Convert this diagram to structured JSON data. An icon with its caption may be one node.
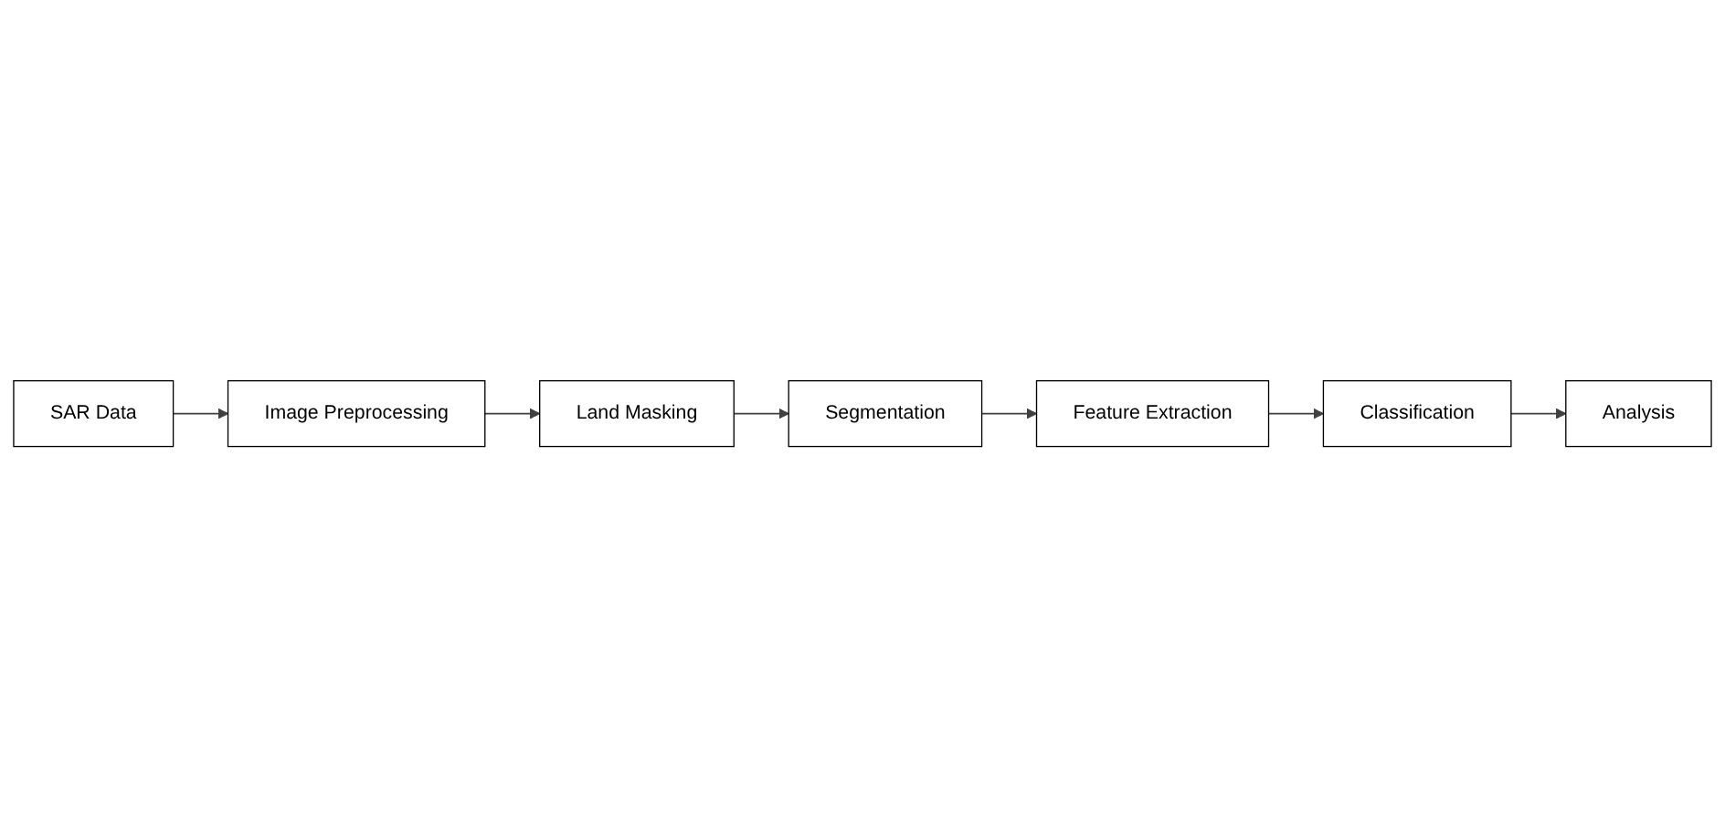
{
  "diagram": {
    "nodes": [
      {
        "text": [
          "SAR Data"
        ]
      },
      {
        "text": [
          "Image Preprocessing"
        ]
      },
      {
        "text": [
          "Land Masking"
        ]
      },
      {
        "text": [
          "Segmentation"
        ]
      },
      {
        "text": [
          "Feature Extraction"
        ]
      },
      {
        "text": [
          "Classification"
        ]
      },
      {
        "text": [
          "Analysis"
        ]
      }
    ],
    "edges": [
      {
        "from": 0,
        "to": 1,
        "arrow": "to"
      },
      {
        "from": 1,
        "to": 2,
        "arrow": "to"
      },
      {
        "from": 2,
        "to": 3,
        "arrow": "to"
      },
      {
        "from": 3,
        "to": 4,
        "arrow": "to"
      },
      {
        "from": 4,
        "to": 5,
        "arrow": "to"
      },
      {
        "from": 5,
        "to": 6,
        "arrow": "to"
      }
    ]
  }
}
